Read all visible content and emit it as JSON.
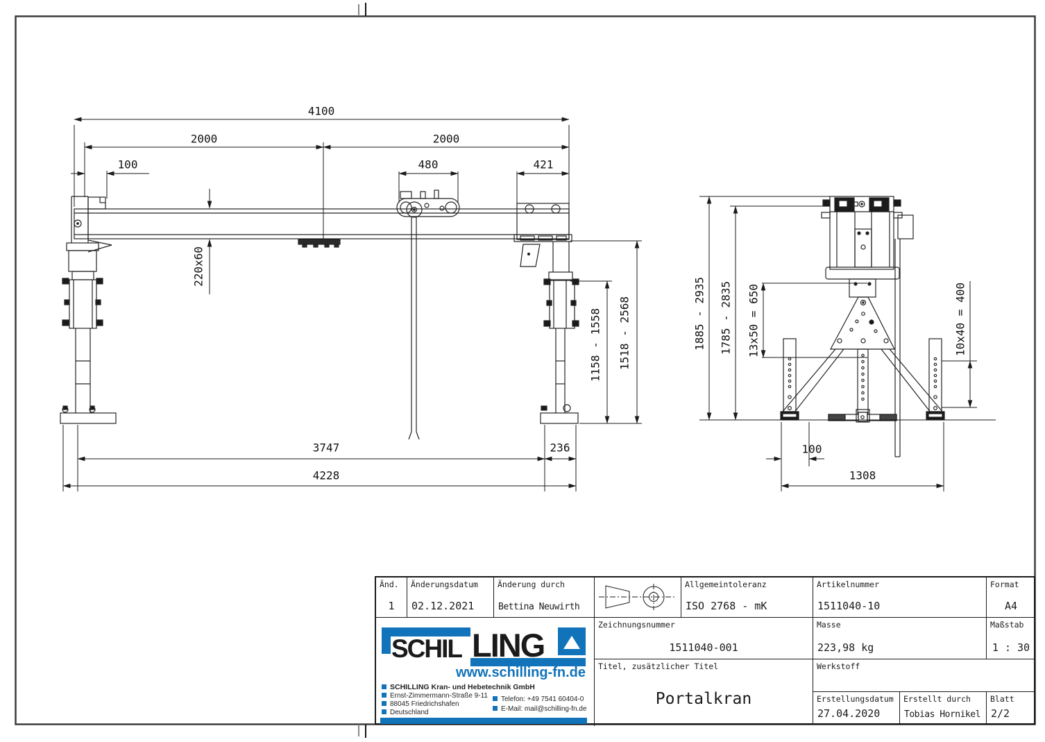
{
  "colors": {
    "accent_blue": "#1173b9",
    "line": "#1a1a1a",
    "paper": "#ffffff"
  },
  "dims": {
    "front": [
      "4100",
      "2000",
      "2000",
      "100",
      "480",
      "421",
      "220x60",
      "1158 - 1558",
      "1518 - 2568",
      "3747",
      "236",
      "4228"
    ],
    "side": [
      "1885 - 2935",
      "1785 - 2835",
      "13x50 = 650",
      "10x40 = 400",
      "100",
      "1308"
    ]
  },
  "title_block": {
    "rev": {
      "header": "Änd.",
      "value": "1"
    },
    "rev_date": {
      "header": "Änderungsdatum",
      "value": "02.12.2021"
    },
    "rev_by": {
      "header": "Änderung durch",
      "value": "Bettina Neuwirth"
    },
    "tolerance": {
      "header": "Allgemeintoleranz",
      "value": "ISO 2768 - mK"
    },
    "article_no": {
      "header": "Artikelnummer",
      "value": "1511040-10"
    },
    "format": {
      "header": "Format",
      "value": "A4"
    },
    "drawing_no": {
      "header": "Zeichnungsnummer",
      "value": "1511040-001"
    },
    "mass": {
      "header": "Masse",
      "value": "223,98 kg"
    },
    "scale": {
      "header": "Maßstab",
      "value": "1 : 30"
    },
    "title": {
      "header": "Titel, zusätzlicher Titel",
      "value": "Portalkran"
    },
    "material": {
      "header": "Werkstoff",
      "value": ""
    },
    "created_date": {
      "header": "Erstellungsdatum",
      "value": "27.04.2020"
    },
    "created_by": {
      "header": "Erstellt durch",
      "value": "Tobias Hornikel"
    },
    "sheet": {
      "header": "Blatt",
      "value": "2/2"
    }
  },
  "logo": {
    "brand_part1": "SCHIL",
    "brand_part2": "LING",
    "website": "www.schilling-fn.de",
    "company": "SCHILLING Kran- und Hebetechnik GmbH",
    "street": "Ernst-Zimmermann-Straße 9-11",
    "city": "88045 Friedrichshafen",
    "country": "Deutschland",
    "phone": "Telefon: +49 7541 60404-0",
    "email": "E-Mail: mail@schilling-fn.de"
  }
}
